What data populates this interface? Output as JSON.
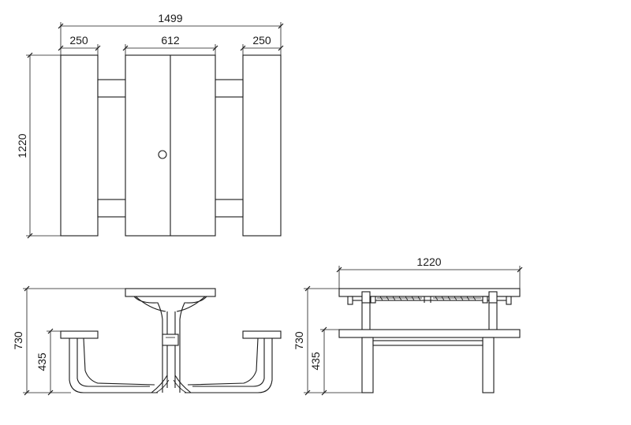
{
  "plan_view": {
    "dim_total_width": "1499",
    "dim_seat_left": "250",
    "dim_table_top": "612",
    "dim_seat_right": "250",
    "dim_depth": "1220"
  },
  "side_view": {
    "dim_total_height": "730",
    "dim_seat_height": "435"
  },
  "end_view": {
    "dim_length": "1220",
    "dim_total_height": "730",
    "dim_seat_height": "435"
  }
}
